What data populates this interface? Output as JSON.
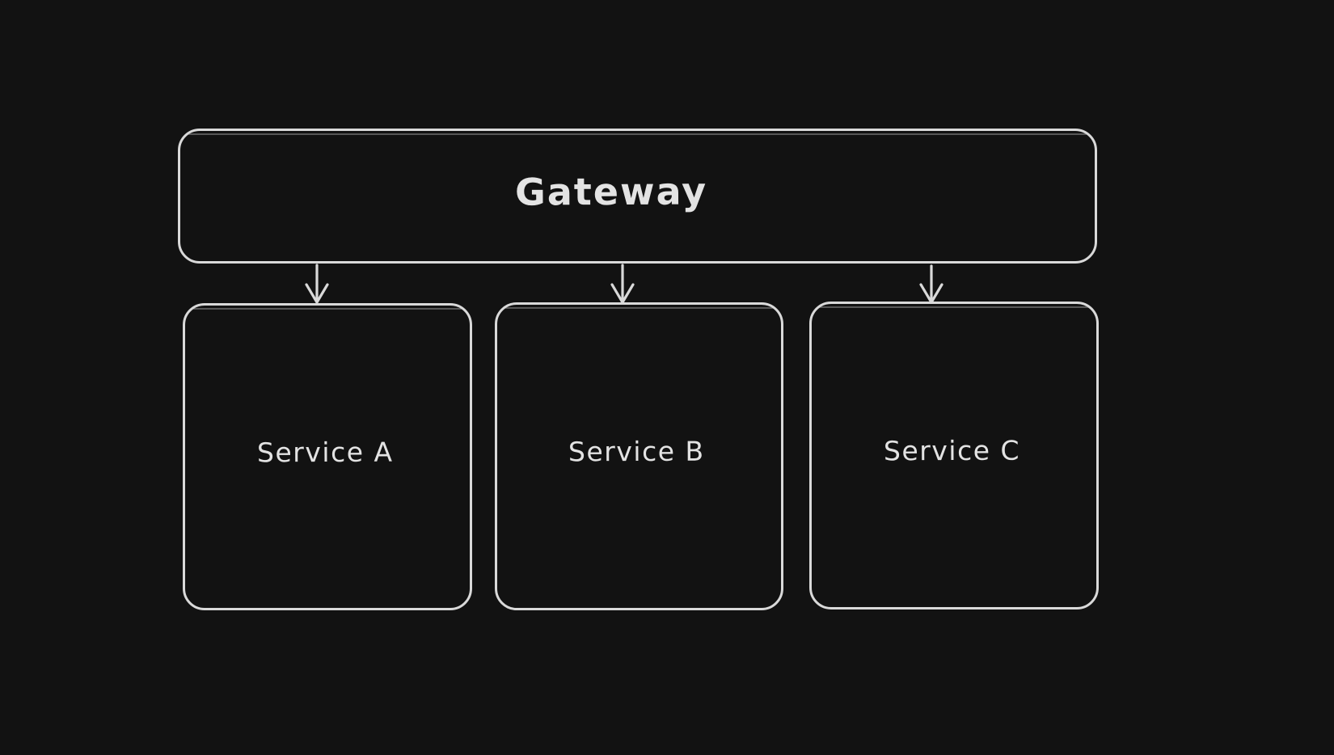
{
  "canvas": {
    "background": "#121212",
    "stroke_color": "#d9d9d9",
    "text_color": "#e3e3e3"
  },
  "nodes": {
    "gateway": {
      "label": "Gateway"
    },
    "services": [
      {
        "label": "Service A"
      },
      {
        "label": "Service B"
      },
      {
        "label": "Service C"
      }
    ]
  },
  "edges": [
    {
      "from": "Gateway",
      "to": "Service A"
    },
    {
      "from": "Gateway",
      "to": "Service B"
    },
    {
      "from": "Gateway",
      "to": "Service C"
    }
  ]
}
